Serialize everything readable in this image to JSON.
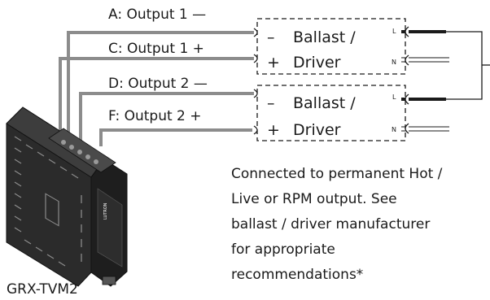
{
  "wire_labels": {
    "a": "A: Output 1 —",
    "c": "C: Output 1 +",
    "d": "D: Output 2 —",
    "f": "F: Output 2 +"
  },
  "ballasts": [
    {
      "line1_sign": "–",
      "line1": "Ballast /",
      "line2_sign": "+",
      "line2": "Driver",
      "term_l": "L",
      "term_n": "N"
    },
    {
      "line1_sign": "–",
      "line1": "Ballast /",
      "line2_sign": "+",
      "line2": "Driver",
      "term_l": "L",
      "term_n": "N"
    }
  ],
  "note_lines": [
    "Connected to permanent Hot /",
    "Live or RPM output. See",
    "ballast / driver manufacturer",
    "for appropriate",
    "recommendations*"
  ],
  "device": {
    "model": "GRX-TVM2",
    "brand": "LUTRON"
  },
  "colors": {
    "wire_gray": "#8c8c8c",
    "wire_black": "#1a1a1a",
    "ink": "#1a1a1a"
  }
}
